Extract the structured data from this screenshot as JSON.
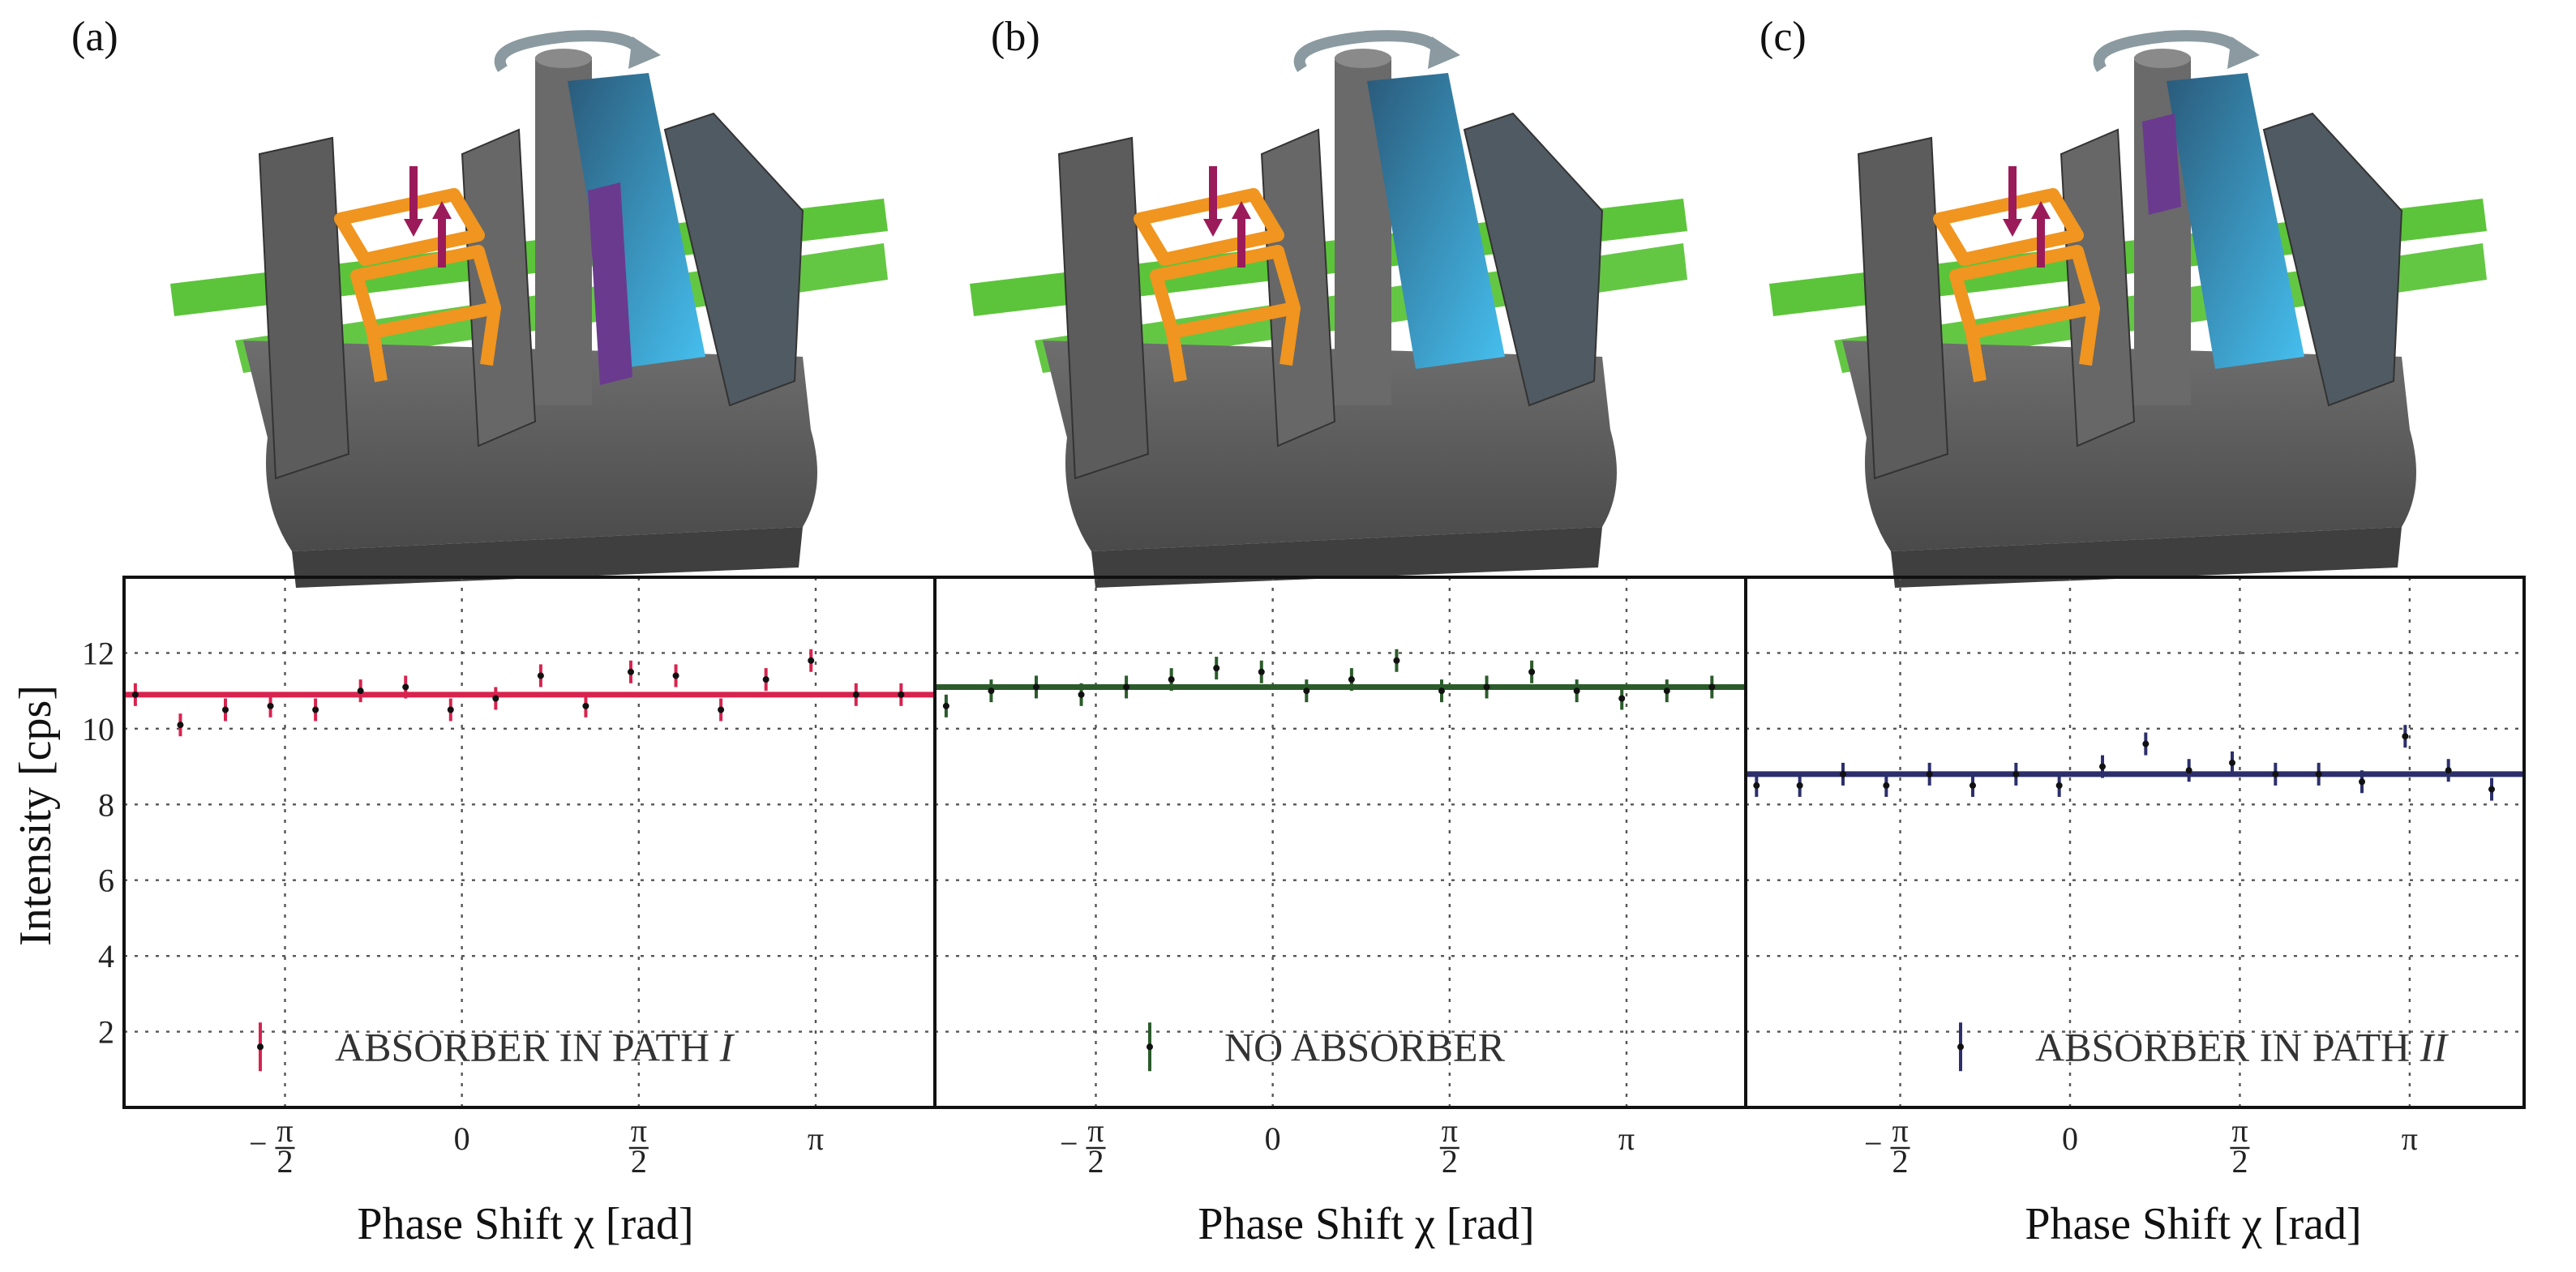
{
  "panel_labels": [
    "(a)",
    "(b)",
    "(c)"
  ],
  "y_axis_title": "Intensity [cps]",
  "x_axis_title": "Phase Shift χ [rad]",
  "colors": {
    "series_a": "#d8234f",
    "series_b": "#2b5b2b",
    "series_c": "#2c2f6b",
    "beam": "#5cc43a",
    "absorber": "#6a3a8f",
    "phase_plate": "#3fb3e8",
    "spin_arrow": "#9b1b5a",
    "coil": "#f0951f",
    "body": "#5a5a5a"
  },
  "illustration_icons": [
    "interferometer-a-icon",
    "interferometer-b-icon",
    "interferometer-c-icon"
  ],
  "chart_data": [
    {
      "type": "scatter",
      "title": "",
      "legend": "ABSORBER IN PATH I",
      "legend_parts": [
        "ABSORBER IN PATH ",
        "I"
      ],
      "legend_placement": "bottom-center",
      "xlabel": "Phase Shift χ [rad]",
      "ylabel": "Intensity [cps]",
      "xlim": [
        -3.0,
        4.2
      ],
      "ylim": [
        0,
        14
      ],
      "xticks": [
        -1.5708,
        0,
        1.5708,
        3.1416
      ],
      "xtick_labels": [
        "−π/2",
        "0",
        "π/2",
        "π"
      ],
      "yticks": [
        2,
        4,
        6,
        8,
        10,
        12
      ],
      "ytick_labels": [
        "2",
        "4",
        "6",
        "8",
        "10",
        "12"
      ],
      "grid": true,
      "fit_value": 10.9,
      "x": [
        -2.9,
        -2.5,
        -2.1,
        -1.7,
        -1.3,
        -0.9,
        -0.5,
        -0.1,
        0.3,
        0.7,
        1.1,
        1.5,
        1.9,
        2.3,
        2.7,
        3.1,
        3.5,
        3.9
      ],
      "y": [
        10.9,
        10.1,
        10.5,
        10.6,
        10.5,
        11.0,
        11.1,
        10.5,
        10.8,
        11.4,
        10.6,
        11.5,
        11.4,
        10.5,
        11.3,
        11.8,
        10.9,
        10.9
      ],
      "yerr": 0.3
    },
    {
      "type": "scatter",
      "title": "",
      "legend": "NO ABSORBER",
      "legend_parts": [
        "NO ABSORBER",
        ""
      ],
      "legend_placement": "bottom-center",
      "xlabel": "Phase Shift χ [rad]",
      "ylabel": "",
      "xlim": [
        -3.0,
        4.2
      ],
      "ylim": [
        0,
        14
      ],
      "xticks": [
        -1.5708,
        0,
        1.5708,
        3.1416
      ],
      "xtick_labels": [
        "−π/2",
        "0",
        "π/2",
        "π"
      ],
      "yticks": [
        2,
        4,
        6,
        8,
        10,
        12
      ],
      "ytick_labels": [],
      "grid": true,
      "fit_value": 11.1,
      "x": [
        -2.9,
        -2.5,
        -2.1,
        -1.7,
        -1.3,
        -0.9,
        -0.5,
        -0.1,
        0.3,
        0.7,
        1.1,
        1.5,
        1.9,
        2.3,
        2.7,
        3.1,
        3.5,
        3.9
      ],
      "y": [
        10.6,
        11.0,
        11.1,
        10.9,
        11.1,
        11.3,
        11.6,
        11.5,
        11.0,
        11.3,
        11.8,
        11.0,
        11.1,
        11.5,
        11.0,
        10.8,
        11.0,
        11.1
      ],
      "yerr": 0.3
    },
    {
      "type": "scatter",
      "title": "",
      "legend": "ABSORBER IN PATH II",
      "legend_parts": [
        "ABSORBER IN PATH ",
        "II"
      ],
      "legend_placement": "bottom-center",
      "xlabel": "Phase Shift χ [rad]",
      "ylabel": "",
      "xlim": [
        -3.0,
        4.2
      ],
      "ylim": [
        0,
        14
      ],
      "xticks": [
        -1.5708,
        0,
        1.5708,
        3.1416
      ],
      "xtick_labels": [
        "−π/2",
        "0",
        "π/2",
        "π"
      ],
      "yticks": [
        2,
        4,
        6,
        8,
        10,
        12
      ],
      "ytick_labels": [],
      "grid": true,
      "fit_value": 8.8,
      "x": [
        -2.9,
        -2.5,
        -2.1,
        -1.7,
        -1.3,
        -0.9,
        -0.5,
        -0.1,
        0.3,
        0.7,
        1.1,
        1.5,
        1.9,
        2.3,
        2.7,
        3.1,
        3.5,
        3.9
      ],
      "y": [
        8.5,
        8.5,
        8.8,
        8.5,
        8.8,
        8.5,
        8.8,
        8.5,
        9.0,
        9.6,
        8.9,
        9.1,
        8.8,
        8.8,
        8.6,
        9.8,
        8.9,
        8.4
      ],
      "yerr": 0.3
    }
  ]
}
